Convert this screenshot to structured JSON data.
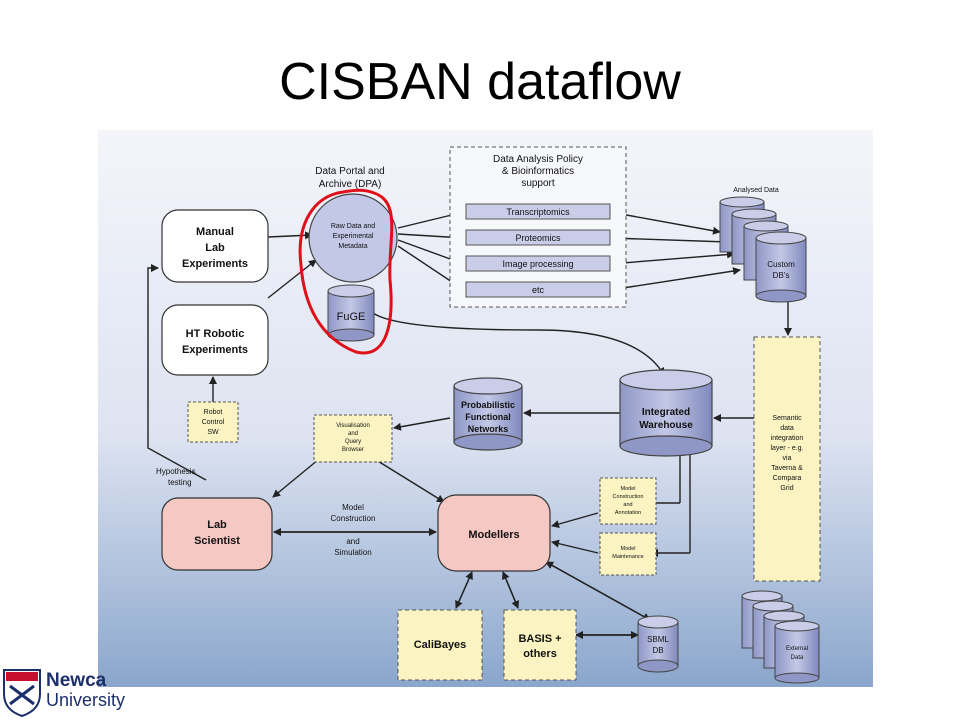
{
  "slide": {
    "title": "CISBAN dataflow"
  },
  "diagram": {
    "dpa_label_line1": "Data Portal and",
    "dpa_label_line2": "Archive (DPA)",
    "raw_data_line1": "Raw Data and",
    "raw_data_line2": "Experimental",
    "raw_data_line3": "Metadata",
    "fuge": "FuGE",
    "manual_line1": "Manual",
    "manual_line2": "Lab",
    "manual_line3": "Experiments",
    "ht_line1": "HT Robotic",
    "ht_line2": "Experiments",
    "robot_line1": "Robot",
    "robot_line2": "Control",
    "robot_line3": "SW",
    "hypothesis_line1": "Hypothesis",
    "hypothesis_line2": "testing",
    "policy_line1": "Data Analysis Policy",
    "policy_line2": "& Bioinformatics",
    "policy_line3": "support",
    "analysis_items": [
      "Transcriptomics",
      "Proteomics",
      "Image processing",
      "etc"
    ],
    "analysed_data": "Analysed Data",
    "custom_line1": "Custom",
    "custom_line2": "DB's",
    "semantic_lines": [
      "Semantic",
      "data",
      "integration",
      "layer - e.g.",
      "via",
      "Taverna &",
      "Compara",
      "Grid"
    ],
    "warehouse_line1": "Integrated",
    "warehouse_line2": "Warehouse",
    "pfn_line1": "Probabilistic",
    "pfn_line2": "Functional",
    "pfn_line3": "Networks",
    "vis_line1": "Visualisation",
    "vis_line2": "and",
    "vis_line3": "Query",
    "vis_line4": "Browser",
    "lab_line1": "Lab",
    "lab_line2": "Scientist",
    "model_line1": "Model",
    "model_line2": "Construction",
    "model_line3": "and",
    "model_line4": "Simulation",
    "modellers": "Modellers",
    "mca_line1": "Model",
    "mca_line2": "Construction",
    "mca_line3": "and",
    "mca_line4": "Annotation",
    "mm_line1": "Model",
    "mm_line2": "Maintenance",
    "calibayes": "CaliBayes",
    "basis_line1": "BASIS +",
    "basis_line2": "others",
    "sbml_line1": "SBML",
    "sbml_line2": "DB",
    "external_line1": "External",
    "external_line2": "Data"
  },
  "logo": {
    "line1": "Newca",
    "line2": "University"
  },
  "colors": {
    "bg_top": "#f4f5fb",
    "bg_bottom": "#8aa6cc",
    "box_white": "#ffffff",
    "box_pink": "#f6c8c4",
    "box_yellow": "#fbf4c2",
    "analysis_fill": "#c9cde8",
    "db_fill": "#aab2d8",
    "highlight": "#e0101a"
  }
}
